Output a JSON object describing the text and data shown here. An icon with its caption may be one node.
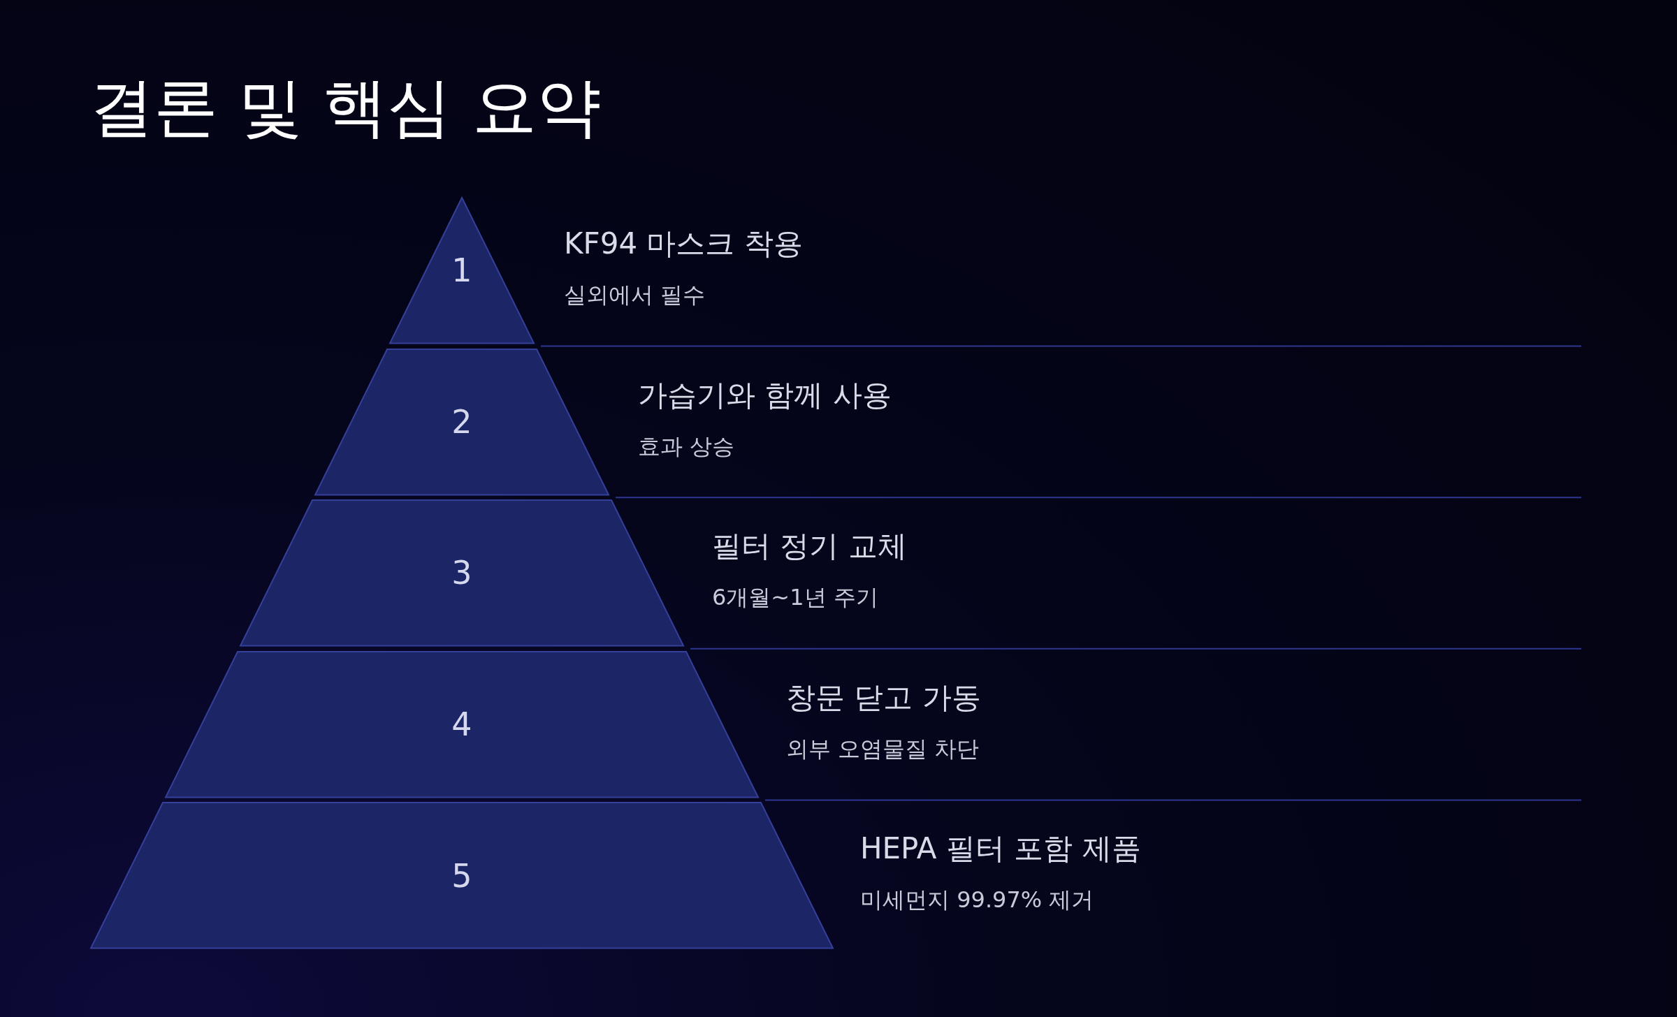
{
  "diagram": {
    "title": "결론 및 핵심 요약",
    "nodes": [
      {
        "text": [
          "1"
        ],
        "beside": [
          "KF94 마스크 착용",
          "실외에서 필수"
        ]
      },
      {
        "text": [
          "2"
        ],
        "beside": [
          "가습기와 함께 사용",
          "효과 상승"
        ]
      },
      {
        "text": [
          "3"
        ],
        "beside": [
          "필터 정기 교체",
          "6개월~1년 주기"
        ]
      },
      {
        "text": [
          "4"
        ],
        "beside": [
          "창문 닫고 가동",
          "외부 오염물질 차단"
        ]
      },
      {
        "text": [
          "5"
        ],
        "beside": [
          "HEPA 필터 포함 제품",
          "미세먼지 99.97% 제거"
        ]
      }
    ]
  }
}
